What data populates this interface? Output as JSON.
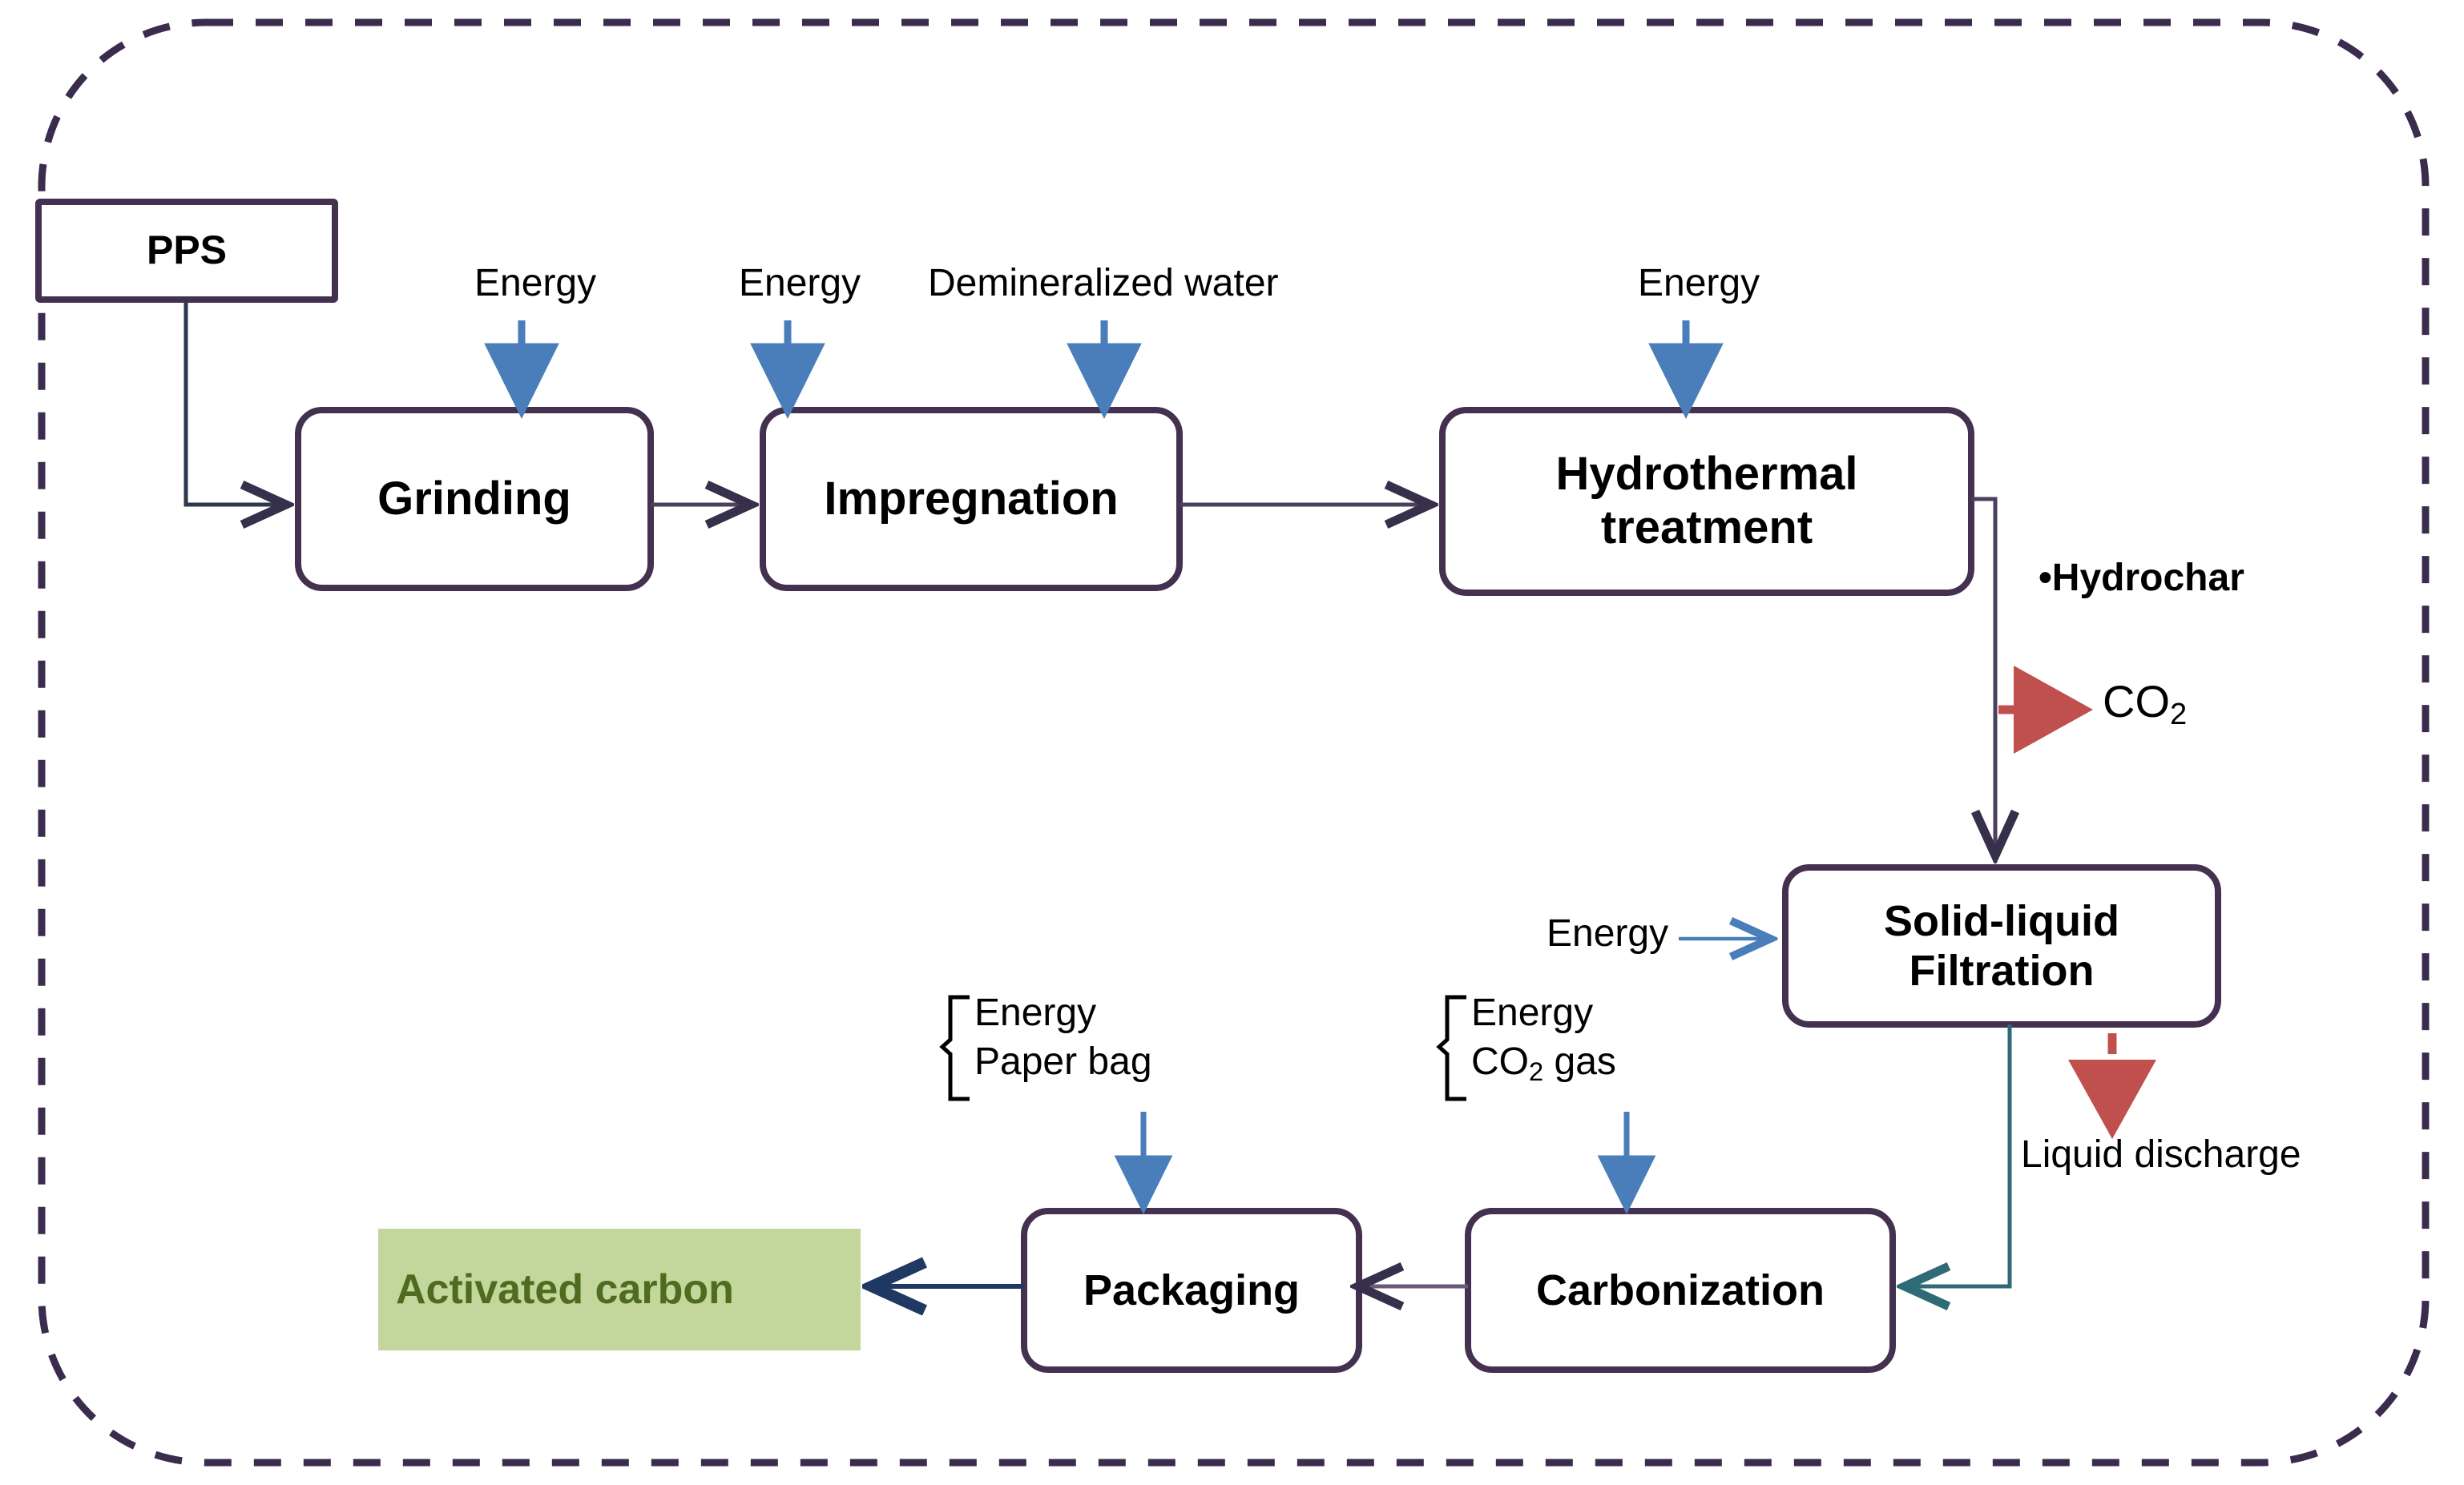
{
  "diagram": {
    "title": "Activated carbon production process flow",
    "boundary": {
      "style": "dashed-rounded-rectangle",
      "color": "#3B2C4D"
    },
    "colors": {
      "box_border": "#44304F",
      "flow_arrow": "#3C3550",
      "input_arrow_blue": "#4A7EBB",
      "emission_arrow_red": "#C0504D",
      "teal_line": "#2E6B77",
      "product_fill": "#C3D69B",
      "product_text": "#4E6B1F"
    },
    "nodes": [
      {
        "id": "pps",
        "label": "PPS",
        "shape": "rectangle"
      },
      {
        "id": "grinding",
        "label": "Grinding",
        "shape": "rounded-rectangle"
      },
      {
        "id": "impregnation",
        "label": "Impregnation",
        "shape": "rounded-rectangle"
      },
      {
        "id": "hydrothermal",
        "label": "Hydrothermal\ntreatment",
        "shape": "rounded-rectangle"
      },
      {
        "id": "filtration",
        "label": "Solid-liquid\nFiltration",
        "shape": "rounded-rectangle"
      },
      {
        "id": "carbonization",
        "label": "Carbonization",
        "shape": "rounded-rectangle"
      },
      {
        "id": "packaging",
        "label": "Packaging",
        "shape": "rounded-rectangle"
      },
      {
        "id": "product",
        "label": "Activated carbon",
        "shape": "filled-rectangle"
      }
    ],
    "inputs": [
      {
        "id": "energy-grinding",
        "label": "Energy",
        "target": "grinding"
      },
      {
        "id": "energy-impregnation",
        "label": "Energy",
        "target": "impregnation"
      },
      {
        "id": "demin-water",
        "label": "Demineralized water",
        "target": "impregnation"
      },
      {
        "id": "energy-hydrothermal",
        "label": "Energy",
        "target": "hydrothermal"
      },
      {
        "id": "energy-filtration",
        "label": "Energy",
        "target": "filtration"
      }
    ],
    "input_groups": [
      {
        "id": "packaging-inputs",
        "target": "packaging",
        "lines": [
          "Energy",
          "Paper bag"
        ]
      },
      {
        "id": "carbonization-inputs",
        "target": "carbonization",
        "lines": [
          "Energy",
          "CO2 gas"
        ],
        "lines_html": [
          "Energy",
          "CO<sub>2</sub> gas"
        ]
      }
    ],
    "outputs": [
      {
        "id": "hydrochar",
        "label": "•Hydrochar",
        "bold": true,
        "from": "hydrothermal"
      },
      {
        "id": "co2-emission",
        "label": "CO2",
        "label_html": "CO<sub>2</sub>",
        "bold": false,
        "from": "hydrothermal",
        "arrow": "red-dashed"
      },
      {
        "id": "liquid-discharge",
        "label": "Liquid discharge",
        "bold": false,
        "from": "filtration",
        "arrow": "red-dashed"
      }
    ],
    "flows": [
      {
        "from": "pps",
        "to": "grinding",
        "style": "solid"
      },
      {
        "from": "grinding",
        "to": "impregnation",
        "style": "solid"
      },
      {
        "from": "impregnation",
        "to": "hydrothermal",
        "style": "solid"
      },
      {
        "from": "hydrothermal",
        "to": "filtration",
        "style": "solid"
      },
      {
        "from": "filtration",
        "to": "carbonization",
        "style": "solid-teal"
      },
      {
        "from": "carbonization",
        "to": "packaging",
        "style": "solid"
      },
      {
        "from": "packaging",
        "to": "product",
        "style": "solid"
      }
    ]
  }
}
